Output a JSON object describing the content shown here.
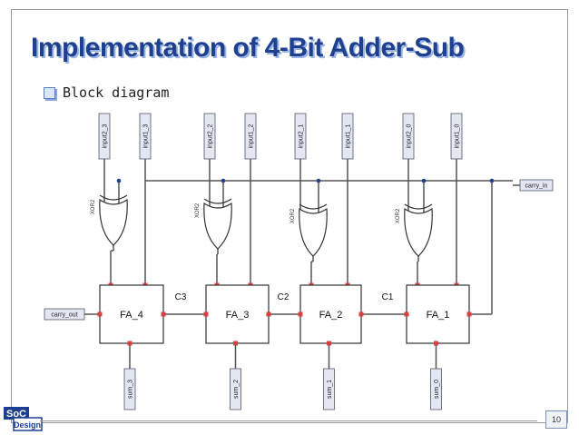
{
  "slide": {
    "title": "Implementation of 4-Bit Adder-Sub",
    "bullet": "Block diagram",
    "page_number": "10"
  },
  "logo": {
    "line1": "SoC",
    "line2": "Design"
  },
  "diagram": {
    "carry_in_label": "carry_in",
    "carry_out_label": "carry_out",
    "carry_labels": [
      "C3",
      "C2",
      "C1"
    ],
    "adders": [
      "FA_4",
      "FA_3",
      "FA_2",
      "FA_1"
    ],
    "gate_labels": [
      "XOR2",
      "XOR2",
      "XOR2",
      "XOR2"
    ],
    "input2_labels": [
      "input2_3",
      "input2_2",
      "input2_1",
      "input2_0"
    ],
    "input1_labels": [
      "input1_3",
      "input1_2",
      "input1_1",
      "input1_0"
    ],
    "sum_labels": [
      "sum_3",
      "sum_2",
      "sum_1",
      "sum_0"
    ]
  }
}
